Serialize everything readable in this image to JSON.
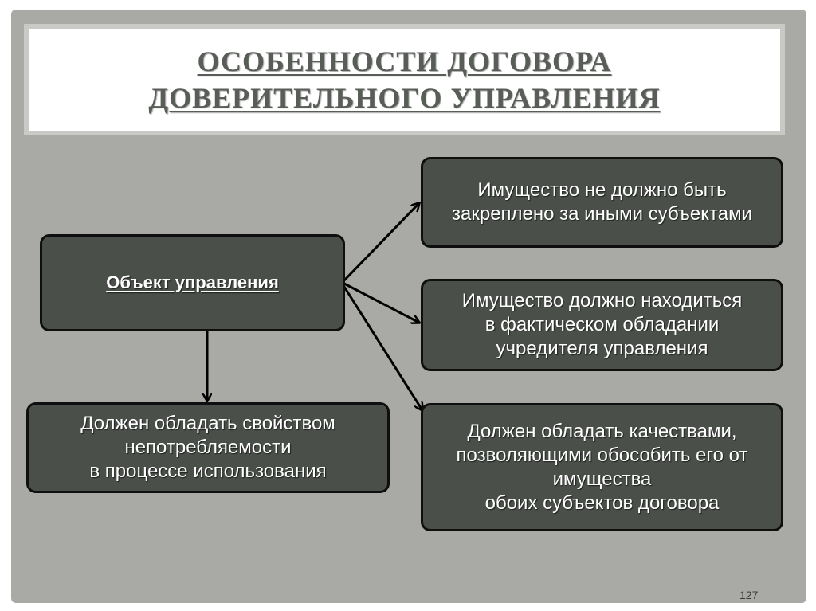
{
  "title": {
    "line1": "ОСОБЕННОСТИ ДОГОВОРА",
    "line2": "ДОВЕРИТЕЛЬНОГО УПРАВЛЕНИЯ"
  },
  "center": {
    "label": "Объект управления"
  },
  "bottom_left": {
    "lines": [
      "Должен обладать свойством",
      "непотребляемости",
      "в процессе использования"
    ]
  },
  "right_boxes": [
    {
      "lines": [
        "Имущество не должно быть",
        "закреплено за иными субъектами"
      ]
    },
    {
      "lines": [
        "Имущество должно находиться",
        "в фактическом обладании",
        "учредителя управления"
      ]
    },
    {
      "lines": [
        "Должен обладать качествами,",
        "позволяющими обособить его от",
        "имущества",
        "обоих субъектов договора"
      ]
    }
  ],
  "page_number": "127",
  "colors": {
    "slide_bg": "#a9aaa6",
    "box_fill": "#4a4f49",
    "title_text": "#585d57"
  }
}
